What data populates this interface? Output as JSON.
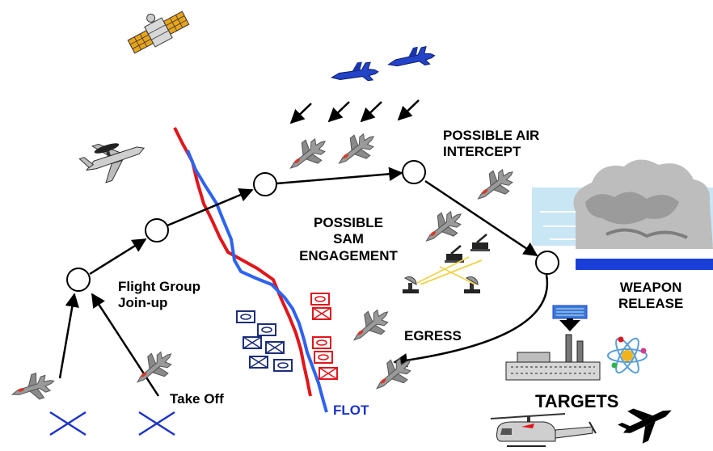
{
  "labels": {
    "possible_air_intercept": [
      "POSSIBLE AIR",
      "INTERCEPT"
    ],
    "possible_sam_engagement": [
      "POSSIBLE",
      "SAM",
      "ENGAGEMENT"
    ],
    "flight_group_join_up": [
      "Flight Group",
      "Join-up"
    ],
    "weapon_release": [
      "WEAPON",
      "RELEASE"
    ],
    "egress": "EGRESS",
    "take_off": "Take Off",
    "flot": "FLOT",
    "targets": "TARGETS"
  },
  "colors": {
    "flot_red": "#e0161b",
    "flot_blue": "#2e63f0",
    "friendly_unit": "#1c2e7a",
    "enemy_unit": "#e0161b",
    "airbase_x": "#1b33c8",
    "weapon_release_bar": "#1a3fd8",
    "jet_gray": "#9a9a9a",
    "interceptor_blue": "#2344c8",
    "cloud_gray": "#bdbdbd",
    "sky_blue": "#c9e6f5",
    "sam_beam": "#f0d24a"
  },
  "icons": [
    "satellite-icon",
    "awacs-icon",
    "fighter-jet-icon",
    "interceptor-jet-icon",
    "sam-site-icon",
    "radar-icon",
    "storm-cloud-icon",
    "factory-icon",
    "atom-icon",
    "helicopter-icon",
    "transport-plane-icon",
    "airbase-x-icon"
  ]
}
